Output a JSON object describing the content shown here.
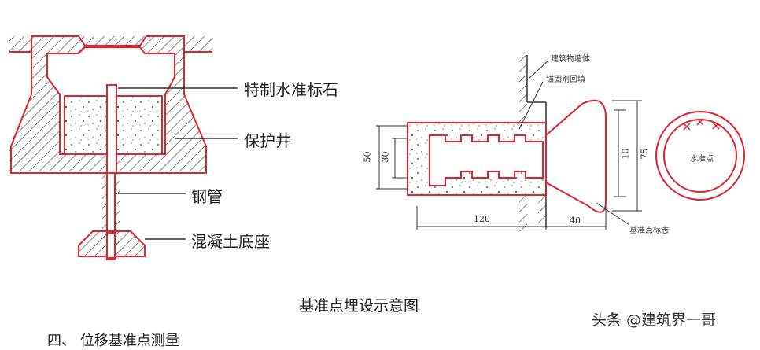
{
  "left_diagram": {
    "labels": {
      "benchmark_stone": "特制水准标石",
      "protective_well": "保护井",
      "steel_pipe": "钢管",
      "concrete_base": "混凝土底座"
    }
  },
  "right_diagram": {
    "labels": {
      "building_wall": "建筑物墙体",
      "anchor_grout": "锚固剂回填",
      "benchmark_marker": "基准点标志",
      "level_point": "水准点"
    },
    "dimensions": {
      "outer_height": "50",
      "inner_height": "30",
      "length": "120",
      "head_width": "40",
      "head_inner": "10",
      "head_outer": "75"
    }
  },
  "caption": "基准点埋设示意图",
  "watermark": "头条 @建筑界一哥",
  "footer_partial": "四、 位移基准点测量",
  "colors": {
    "line": "#e0242f",
    "ink": "#333333"
  }
}
